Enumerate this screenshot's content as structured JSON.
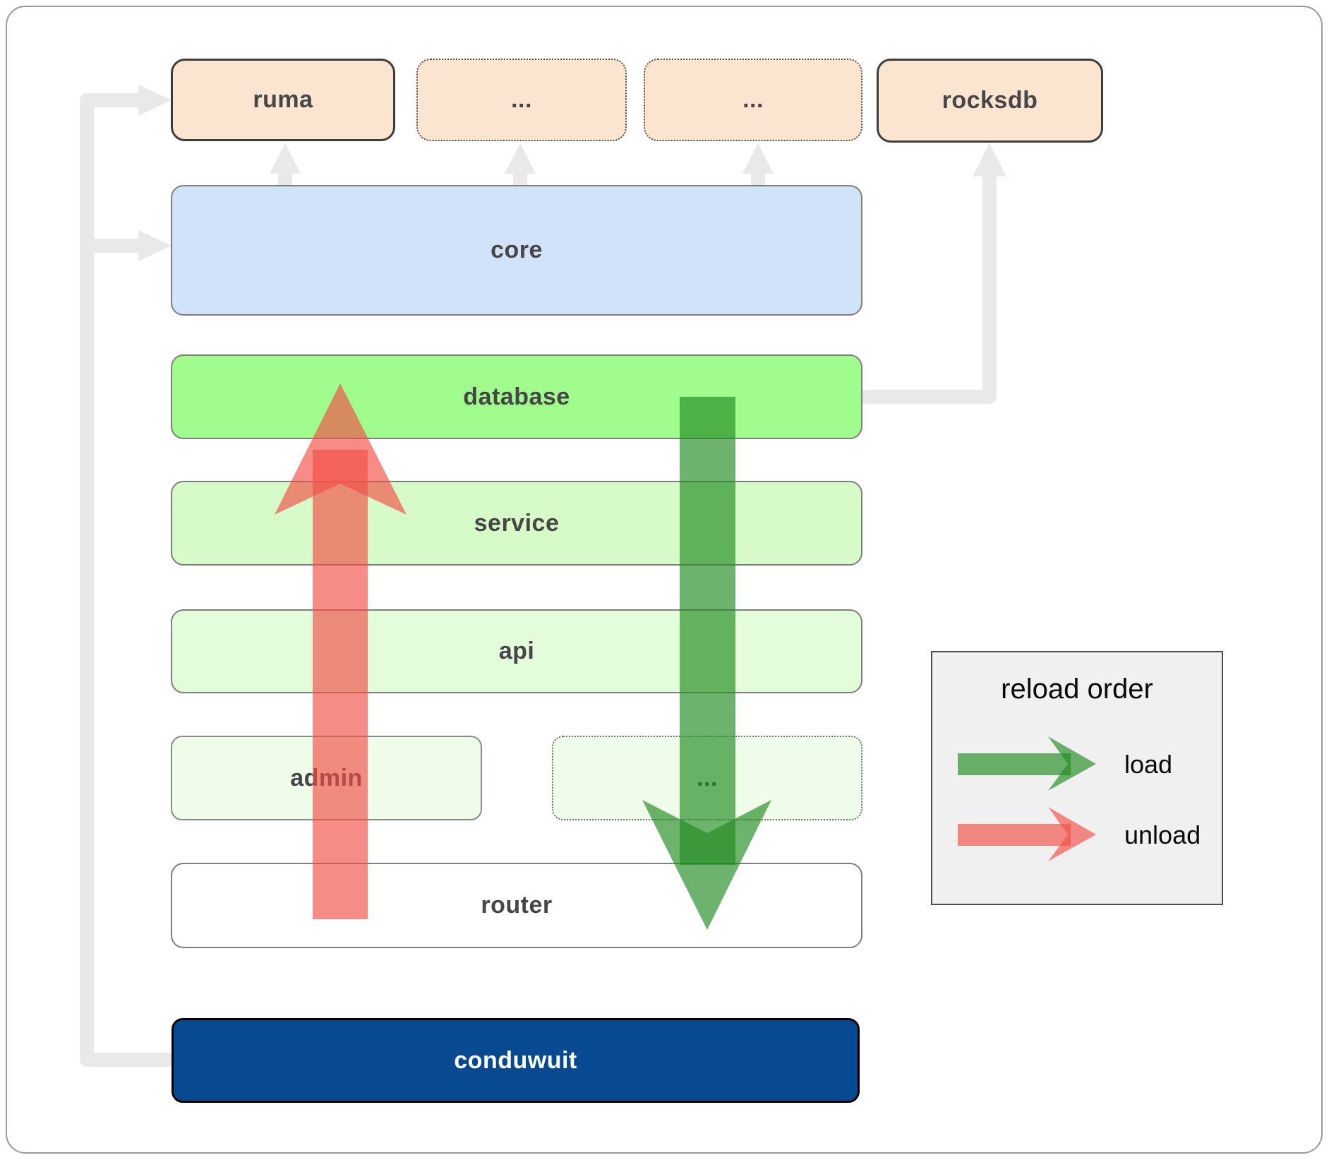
{
  "diagram": {
    "nodes": {
      "ruma": "ruma",
      "ellipsis_top_1": "...",
      "ellipsis_top_2": "...",
      "rocksdb": "rocksdb",
      "core": "core",
      "database": "database",
      "service": "service",
      "api": "api",
      "admin": "admin",
      "ellipsis_admin_row": "...",
      "router": "router",
      "conduwuit": "conduwuit"
    },
    "legend": {
      "title": "reload order",
      "load_label": "load",
      "unload_label": "unload"
    },
    "colors": {
      "load_arrow_green": "#228b22",
      "unload_arrow_red": "#f24f46",
      "connector_gray": "#e9e9e9",
      "conduwuit_fill": "#084a91",
      "database_fill": "#a0fc8c",
      "service_fill": "#d6fbc8",
      "api_fill": "#e3fcda",
      "admin_fill": "#effce9",
      "core_fill": "#d0e3f8",
      "peach_fill": "#fbe5d0",
      "legend_bg": "#f0f0f0"
    }
  }
}
